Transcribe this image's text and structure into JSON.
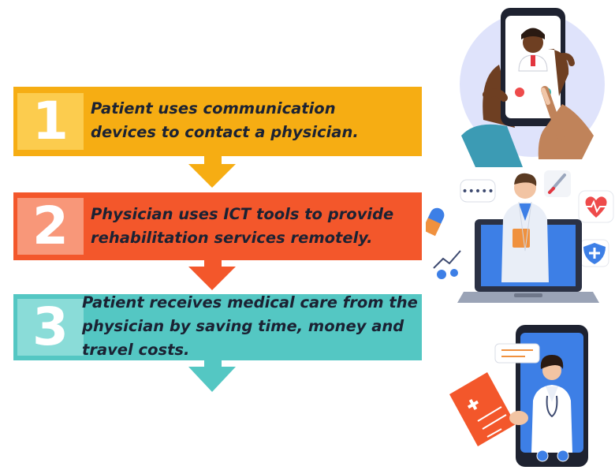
{
  "steps": [
    {
      "number": "1",
      "line1": "Patient uses communication",
      "line2": "devices to contact a physician.",
      "line3": ""
    },
    {
      "number": "2",
      "line1": "Physician uses ICT tools to provide",
      "line2": "rehabilitation services remotely.",
      "line3": ""
    },
    {
      "number": "3",
      "line1": "Patient receives medical care from the",
      "line2": "physician by saving time, money and",
      "line3": "travel costs."
    }
  ],
  "colors": {
    "step1": "#f6ad13",
    "step2": "#f3572b",
    "step3": "#54c7c3",
    "text": "#1b2233"
  },
  "icons": [
    "phone-call-doctor-icon",
    "laptop-doctor-icon",
    "mobile-doctor-prescription-icon"
  ]
}
